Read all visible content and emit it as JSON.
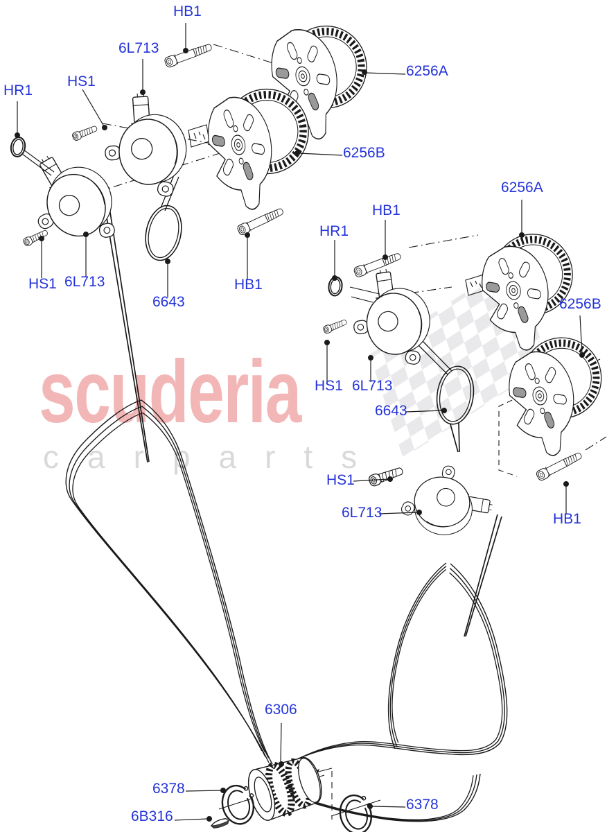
{
  "watermark": {
    "brand": "scuderia",
    "subbrand": "carparts",
    "brand_color": "#f2b6b6",
    "subbrand_color": "#d9d9d9",
    "flag_color": "#d7d7db"
  },
  "colors": {
    "label_text": "#2433d9",
    "line_art": "#1a1a1a",
    "background": "#ffffff"
  },
  "diagram": {
    "type": "exploded-parts-diagram",
    "part_numbers_unique": [
      "HB1",
      "6L713",
      "HR1",
      "HS1",
      "6256A",
      "6256B",
      "6643",
      "6306",
      "6378",
      "6B316"
    ]
  },
  "labels": [
    {
      "id": "hb1-top",
      "text": "HB1"
    },
    {
      "id": "6l713-top",
      "text": "6L713"
    },
    {
      "id": "hr1-left",
      "text": "HR1"
    },
    {
      "id": "hs1-left-upper",
      "text": "HS1"
    },
    {
      "id": "6256a-left",
      "text": "6256A"
    },
    {
      "id": "6256b-left",
      "text": "6256B"
    },
    {
      "id": "hs1-left-lower",
      "text": "HS1"
    },
    {
      "id": "6l713-left-lower",
      "text": "6L713"
    },
    {
      "id": "6643-left",
      "text": "6643"
    },
    {
      "id": "hb1-left-lower",
      "text": "HB1"
    },
    {
      "id": "hr1-right",
      "text": "HR1"
    },
    {
      "id": "hb1-right-upper",
      "text": "HB1"
    },
    {
      "id": "6256a-right",
      "text": "6256A"
    },
    {
      "id": "6256b-right",
      "text": "6256B"
    },
    {
      "id": "hs1-right-mid",
      "text": "HS1"
    },
    {
      "id": "6l713-right-mid",
      "text": "6L713"
    },
    {
      "id": "6643-right",
      "text": "6643"
    },
    {
      "id": "hs1-right-lower",
      "text": "HS1"
    },
    {
      "id": "6l713-right-lower",
      "text": "6L713"
    },
    {
      "id": "hb1-right-lower",
      "text": "HB1"
    },
    {
      "id": "6306-crank",
      "text": "6306"
    },
    {
      "id": "6378-left",
      "text": "6378"
    },
    {
      "id": "6b316-key",
      "text": "6B316"
    },
    {
      "id": "6378-right",
      "text": "6378"
    }
  ]
}
